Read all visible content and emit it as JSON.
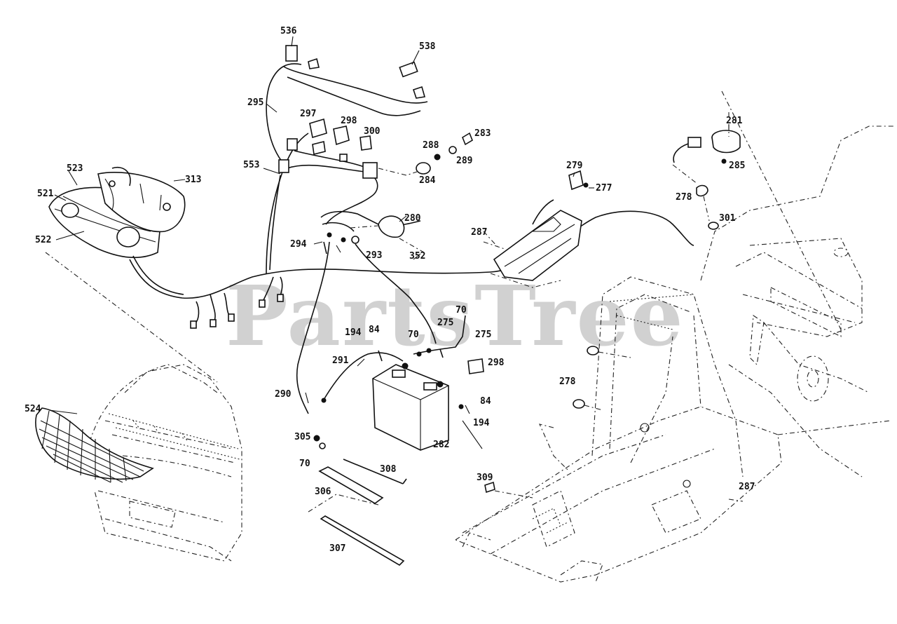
{
  "watermark": "PartsTree",
  "callouts": {
    "c536": "536",
    "c538": "538",
    "c295": "295",
    "c297": "297",
    "c298a": "298",
    "c300": "300",
    "c288": "288",
    "c283": "283",
    "c289": "289",
    "c284": "284",
    "c553": "553",
    "c523": "523",
    "c313": "313",
    "c521": "521",
    "c522": "522",
    "c279": "279",
    "c277": "277",
    "c281": "281",
    "c285": "285",
    "c278a": "278",
    "c301": "301",
    "c280": "280",
    "c287a": "287",
    "c294": "294",
    "c293": "293",
    "c352": "352",
    "c70a": "70",
    "c275a": "275",
    "c70b": "70",
    "c275b": "275",
    "c194a": "194",
    "c84a": "84",
    "c291": "291",
    "c298b": "298",
    "c290": "290",
    "c84b": "84",
    "c194b": "194",
    "c278b": "278",
    "c524": "524",
    "c305": "305",
    "c70c": "70",
    "c308": "308",
    "c309": "309",
    "c306": "306",
    "c282": "282",
    "c287b": "287",
    "c307": "307"
  }
}
